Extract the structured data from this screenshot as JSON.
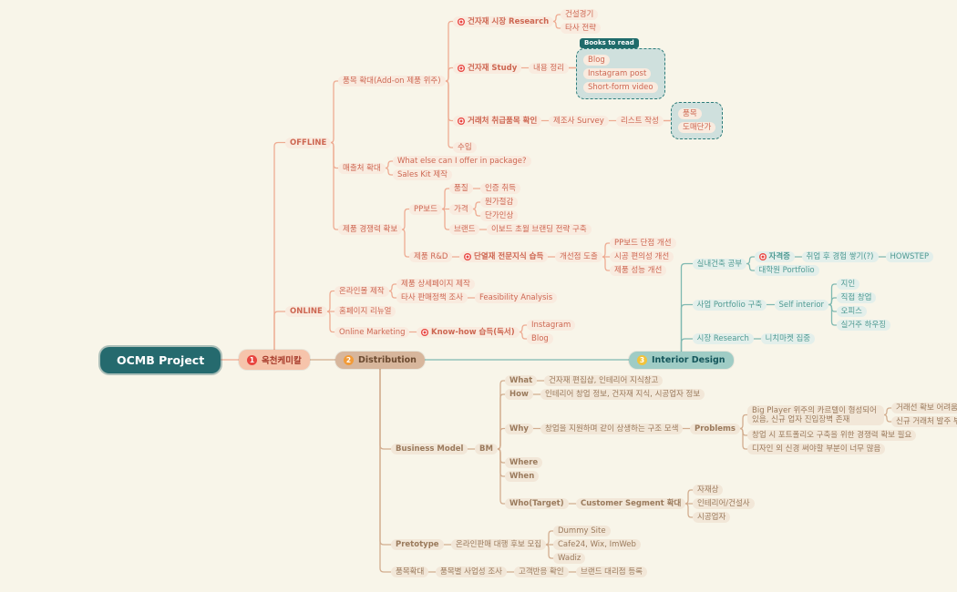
{
  "mindmap": {
    "background": "#f8f5e9",
    "marker_color": "#e8453f",
    "root": {
      "label": "OCMB Project",
      "bg": "#256a6e",
      "text": "#ffffff"
    },
    "group_style": {
      "bg": "#cfe0dd",
      "border": "#2e7d7a",
      "label_bg": "#1f6b6b",
      "label_text": "#ffffff"
    },
    "main_topics": [
      {
        "label": "옥천케미칼",
        "num": "1",
        "num_color": "#e8453f",
        "dir": "up",
        "palette": {
          "line": "#eeab92",
          "text": "#cd6752",
          "node_bg": "#f9ebdf",
          "topic_bg": "#f6c4ab",
          "topic_text": "#a73b2b"
        },
        "children": [
          {
            "t": "OFFLINE",
            "b": true,
            "c": [
              {
                "t": "품목 확대(Add-on 제품 위주)",
                "c": [
                  {
                    "t": "건자재 시장 Research",
                    "b": true,
                    "m": "dot",
                    "c": [
                      {
                        "t": "건설경기"
                      },
                      {
                        "t": "타사 전략"
                      }
                    ]
                  },
                  {
                    "t": "건자재 Study",
                    "b": true,
                    "m": "dot",
                    "c": [
                      {
                        "t": "내용 정리",
                        "g": {
                          "label": "Books to read"
                        },
                        "c": [
                          {
                            "t": "Blog"
                          },
                          {
                            "t": "Instagram post"
                          },
                          {
                            "t": "Short-form video"
                          }
                        ]
                      }
                    ]
                  },
                  {
                    "t": "거래처 취급품목 확인",
                    "b": true,
                    "m": "dot",
                    "c": [
                      {
                        "t": "제조사 Survey",
                        "c": [
                          {
                            "t": "리스트 작성",
                            "g": {},
                            "c": [
                              {
                                "t": "품목"
                              },
                              {
                                "t": "도매단가"
                              }
                            ]
                          }
                        ]
                      }
                    ]
                  },
                  {
                    "t": "수입"
                  }
                ]
              },
              {
                "t": "매출처 확대",
                "c": [
                  {
                    "t": "What else can I offer in package?"
                  },
                  {
                    "t": "Sales Kit 제작"
                  }
                ]
              },
              {
                "t": "제품 경쟁력 확보",
                "c": [
                  {
                    "t": "PP보드",
                    "c": [
                      {
                        "t": "품질",
                        "c": [
                          {
                            "t": "인증 취득"
                          }
                        ]
                      },
                      {
                        "t": "가격",
                        "c": [
                          {
                            "t": "원가절감"
                          },
                          {
                            "t": "단가인상"
                          }
                        ]
                      },
                      {
                        "t": "브랜드",
                        "c": [
                          {
                            "t": "이보드 초월 브랜딩 전략 구축"
                          }
                        ]
                      }
                    ]
                  },
                  {
                    "t": "제품 R&D",
                    "c": [
                      {
                        "t": "단열재 전문지식 습득",
                        "b": true,
                        "m": "dot",
                        "c": [
                          {
                            "t": "개선점 도출",
                            "c": [
                              {
                                "t": "PP보드 단점 개선"
                              },
                              {
                                "t": "시공 편의성 개선"
                              },
                              {
                                "t": "제품 성능 개선"
                              }
                            ]
                          }
                        ]
                      }
                    ]
                  }
                ]
              }
            ]
          },
          {
            "t": "ONLINE",
            "b": true,
            "c": [
              {
                "t": "온라인몰 제작",
                "c": [
                  {
                    "t": "제품 상세페이지 제작"
                  },
                  {
                    "t": "타사 판매정책 조사",
                    "c": [
                      {
                        "t": "Feasibility Analysis"
                      }
                    ]
                  }
                ]
              },
              {
                "t": "홈페이지 리뉴얼"
              },
              {
                "t": "Online Marketing",
                "c": [
                  {
                    "t": "Know-how 습득(독서)",
                    "b": true,
                    "m": "dot",
                    "c": [
                      {
                        "t": "Instagram"
                      },
                      {
                        "t": "Blog"
                      }
                    ]
                  }
                ]
              }
            ]
          }
        ]
      },
      {
        "label": "Distribution",
        "num": "2",
        "num_color": "#f29b38",
        "dir": "down",
        "palette": {
          "line": "#d2ad8f",
          "text": "#9a7a5c",
          "node_bg": "#f2e7d8",
          "topic_bg": "#d7b69c",
          "topic_text": "#6b4a30"
        },
        "children": [
          {
            "t": "Business Model",
            "b": true,
            "c": [
              {
                "t": "BM",
                "b": true,
                "c": [
                  {
                    "t": "What",
                    "b": true,
                    "c": [
                      {
                        "t": "건자재 편집샵, 인테리어 지식창고"
                      }
                    ]
                  },
                  {
                    "t": "How",
                    "b": true,
                    "c": [
                      {
                        "t": "인테리어 창업 정보, 건자재 지식, 시공업자 정보"
                      }
                    ]
                  },
                  {
                    "t": "Why",
                    "b": true,
                    "c": [
                      {
                        "t": "창업을 지원하며 같이 상생하는 구조 모색",
                        "c": [
                          {
                            "t": "Problems",
                            "b": true,
                            "c": [
                              {
                                "t": "Big Player 위주의 카르텔이 형성되어있음, 신규 업자 진입장벽 존재",
                                "w": 150,
                                "c": [
                                  {
                                    "t": "거래선 확보 어려움"
                                  },
                                  {
                                    "t": "신규 거래처 발주 부족"
                                  }
                                ]
                              },
                              {
                                "t": "창업 시 포트폴리오 구축을 위한 경쟁력 확보 필요"
                              },
                              {
                                "t": "디자인 외 신경 써야할 부분이 너무 많음"
                              }
                            ]
                          }
                        ]
                      }
                    ]
                  },
                  {
                    "t": "Where",
                    "b": true
                  },
                  {
                    "t": "When",
                    "b": true
                  },
                  {
                    "t": "Who(Target)",
                    "b": true,
                    "c": [
                      {
                        "t": "Customer Segment 확대",
                        "b": true,
                        "c": [
                          {
                            "t": "자재상"
                          },
                          {
                            "t": "인테리어/건설사"
                          },
                          {
                            "t": "시공업자"
                          }
                        ]
                      }
                    ]
                  }
                ]
              }
            ]
          },
          {
            "t": "Pretotype",
            "b": true,
            "c": [
              {
                "t": "온라인판매 대행 후보 모집",
                "c": [
                  {
                    "t": "Dummy Site"
                  },
                  {
                    "t": "Cafe24, Wix, ImWeb"
                  },
                  {
                    "t": "Wadiz"
                  }
                ]
              }
            ]
          },
          {
            "t": "품목확대",
            "c": [
              {
                "t": "품목별 사업성 조사",
                "c": [
                  {
                    "t": "고객반응 확인",
                    "c": [
                      {
                        "t": "브랜드 대리점 등록"
                      }
                    ]
                  }
                ]
              }
            ]
          }
        ]
      },
      {
        "label": "Interior Design",
        "num": "3",
        "num_color": "#f0c33c",
        "dir": "up",
        "palette": {
          "line": "#7fb9b1",
          "text": "#4f9a92",
          "node_bg": "#e3efeb",
          "topic_bg": "#9fccc5",
          "topic_text": "#14555a"
        },
        "children": [
          {
            "t": "실내건축 공부",
            "c": [
              {
                "t": "자격증",
                "b": true,
                "m": "dot",
                "c": [
                  {
                    "t": "취업 후 경험 쌓기(?)",
                    "c": [
                      {
                        "t": "HOWSTEP"
                      }
                    ]
                  }
                ]
              },
              {
                "t": "대학원 Portfolio"
              }
            ]
          },
          {
            "t": "사업 Portfolio 구축",
            "c": [
              {
                "t": "Self interior",
                "c": [
                  {
                    "t": "지인"
                  },
                  {
                    "t": "직접 창업"
                  },
                  {
                    "t": "오피스"
                  },
                  {
                    "t": "실거주 하우징"
                  }
                ]
              }
            ]
          },
          {
            "t": "시장 Research",
            "c": [
              {
                "t": "니치마켓 집중"
              }
            ]
          }
        ]
      }
    ]
  }
}
